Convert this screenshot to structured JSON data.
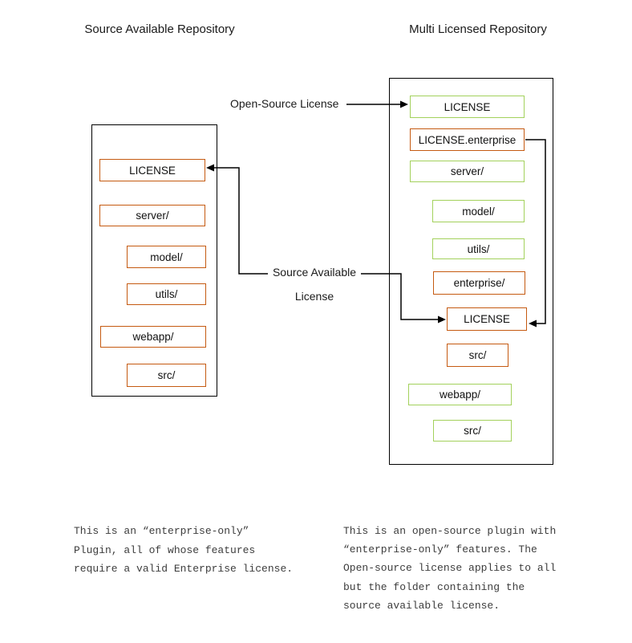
{
  "colors": {
    "enterprise_border": "#C55A11",
    "open_border": "#A3D15C",
    "line": "#000000"
  },
  "left_repo": {
    "title": "Source Available Repository",
    "boxes": [
      {
        "label": "LICENSE",
        "role": "enterprise"
      },
      {
        "label": "server/",
        "role": "enterprise"
      },
      {
        "label": "model/",
        "role": "enterprise"
      },
      {
        "label": "utils/",
        "role": "enterprise"
      },
      {
        "label": "webapp/",
        "role": "enterprise"
      },
      {
        "label": "src/",
        "role": "enterprise"
      }
    ],
    "caption": [
      "This is an “enterprise-only”",
      "Plugin, all of whose features",
      "require a valid Enterprise license."
    ]
  },
  "right_repo": {
    "title": "Multi Licensed Repository",
    "boxes": [
      {
        "label": "LICENSE",
        "role": "open"
      },
      {
        "label": "LICENSE.enterprise",
        "role": "enterprise"
      },
      {
        "label": "server/",
        "role": "open"
      },
      {
        "label": "model/",
        "role": "open"
      },
      {
        "label": "utils/",
        "role": "open"
      },
      {
        "label": "enterprise/",
        "role": "enterprise"
      },
      {
        "label": "LICENSE",
        "role": "enterprise"
      },
      {
        "label": "src/",
        "role": "enterprise"
      },
      {
        "label": "webapp/",
        "role": "open"
      },
      {
        "label": "src/",
        "role": "open"
      }
    ],
    "caption": [
      "This is an open-source plugin with",
      "“enterprise-only” features. The",
      "Open-source license applies to all",
      "but the folder containing the",
      "source available license."
    ]
  },
  "connectors": {
    "open_source_label": "Open-Source License",
    "source_available_label_line1": "Source Available",
    "source_available_label_line2": "License"
  }
}
